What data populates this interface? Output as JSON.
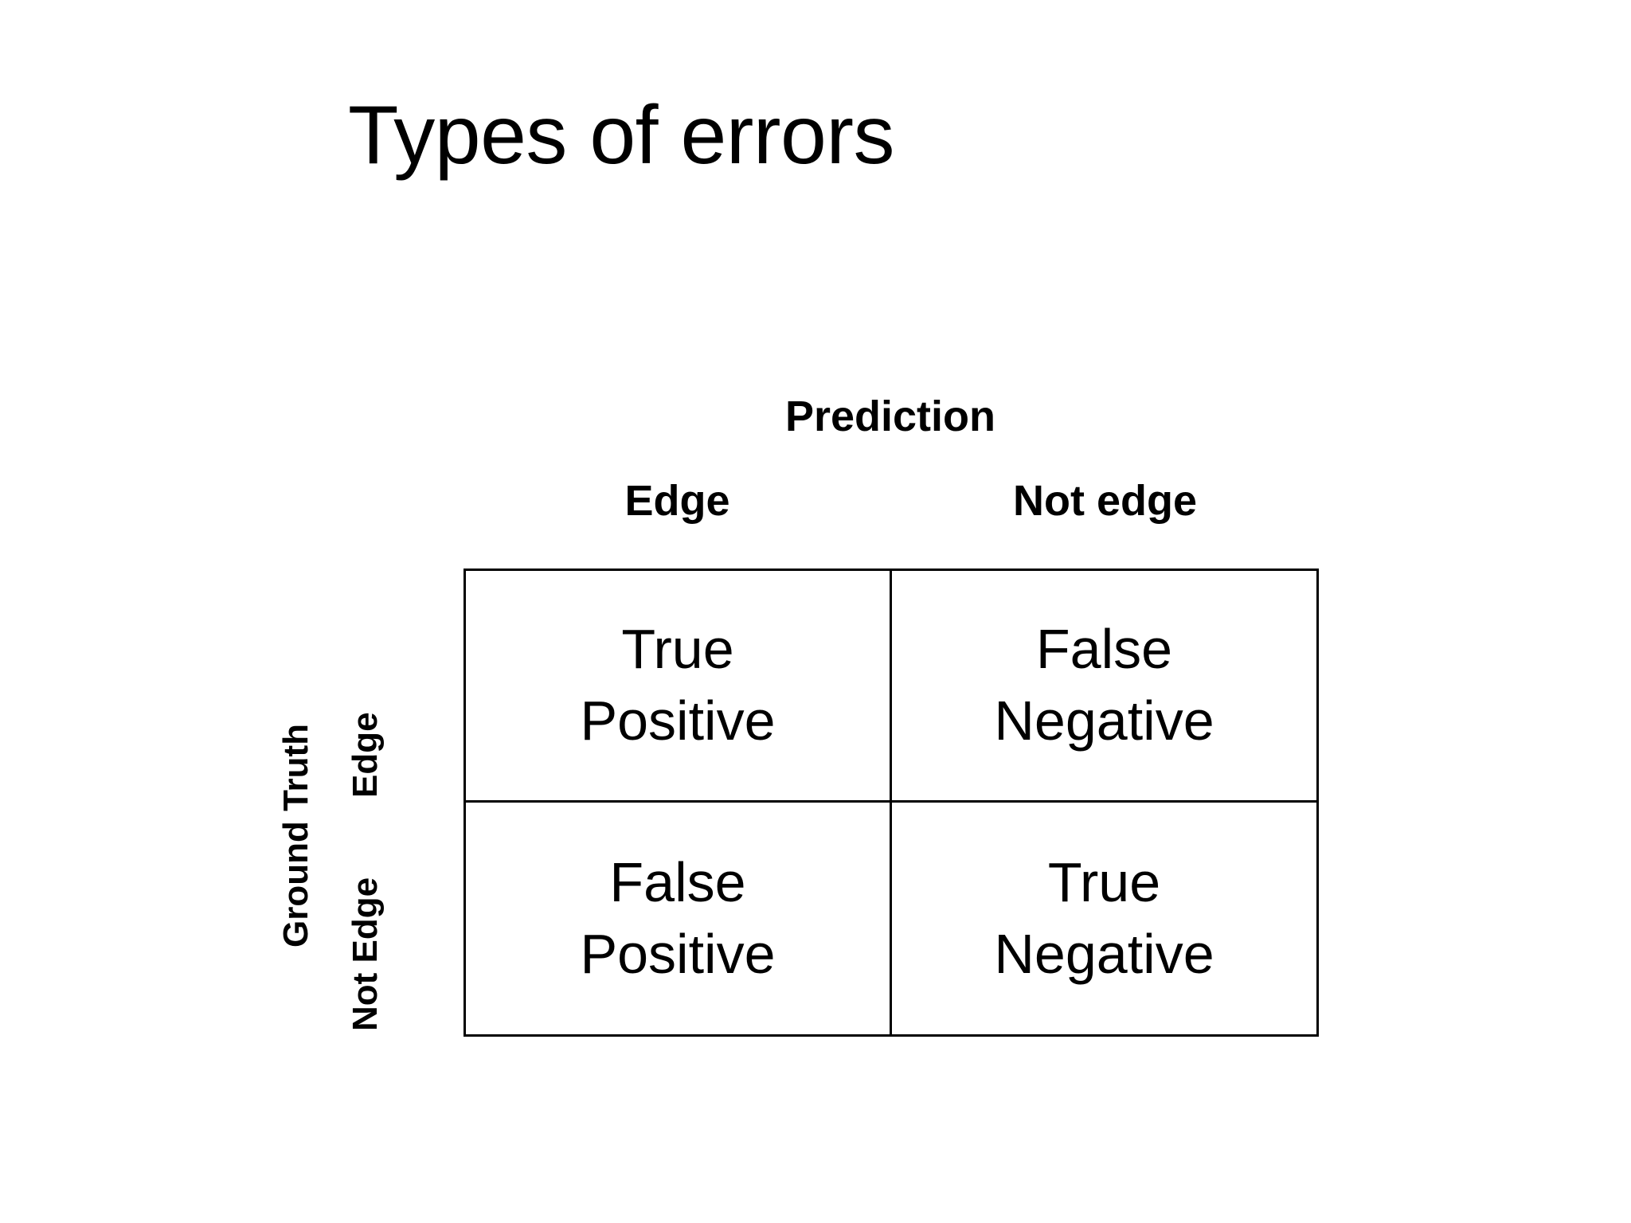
{
  "slide": {
    "title": "Types of errors",
    "background_color": "#ffffff",
    "text_color": "#000000"
  },
  "matrix": {
    "column_axis_label": "Prediction",
    "row_axis_label": "Ground Truth",
    "column_headers": [
      "Edge",
      "Not edge"
    ],
    "row_headers": [
      "Edge",
      "Not Edge"
    ],
    "border_color": "#000000",
    "cells": [
      [
        {
          "line1": "True",
          "line2": "Positive"
        },
        {
          "line1": "False",
          "line2": "Negative"
        }
      ],
      [
        {
          "line1": "False",
          "line2": "Positive"
        },
        {
          "line1": "True",
          "line2": "Negative"
        }
      ]
    ]
  }
}
